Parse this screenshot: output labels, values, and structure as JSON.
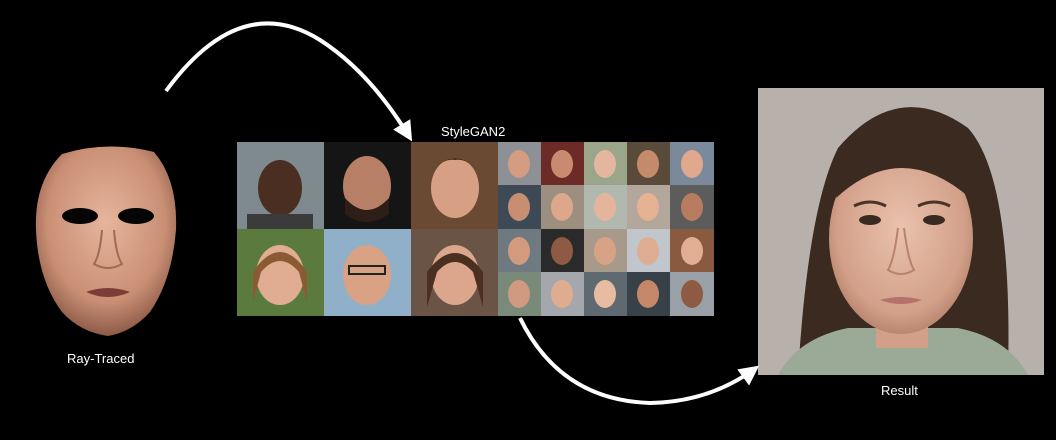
{
  "labels": {
    "ray_traced": "Ray-Traced",
    "stylegan": "StyleGAN2",
    "result": "Result"
  },
  "icons": {
    "face_mask": "ray-traced-face-icon",
    "grid": "stylegan2-face-grid",
    "result_face": "result-face-photo",
    "arrow": "flow-arrow-icon"
  },
  "colors": {
    "background": "#000000",
    "arrow": "#ffffff",
    "text": "#ffffff"
  }
}
